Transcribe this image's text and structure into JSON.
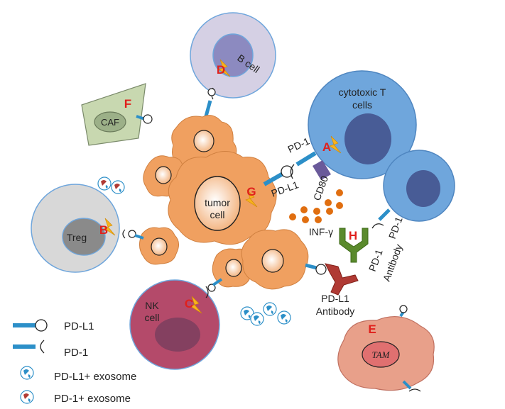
{
  "cells": {
    "b_cell": "B cell",
    "cytotoxic_t": [
      "cytotoxic T",
      "cells"
    ],
    "tumor": [
      "tumor",
      "cell"
    ],
    "treg": "Treg",
    "nk": [
      "NK",
      "cell"
    ],
    "caf": "CAF",
    "tam": "TAM"
  },
  "molecules": {
    "pd1_top": "PD-1",
    "pdl1_center": "PD-L1",
    "cd80": "CD80",
    "infg": "INF-γ",
    "pd1_right": "PD-1",
    "pd1_antibody": [
      "PD-1",
      "Antibody"
    ],
    "pdl1_antibody": [
      "PD-L1",
      "Antibody"
    ]
  },
  "markers": {
    "A": "A",
    "B": "B",
    "C": "C",
    "D": "D",
    "E": "E",
    "F": "F",
    "G": "G",
    "H": "H"
  },
  "legend": {
    "pdl1": "PD-L1",
    "pd1": "PD-1",
    "pdl1_exosome": "PD-L1+ exosome",
    "pd1_exosome": "PD-1+ exosome"
  },
  "colors": {
    "tumor": "#f0a060",
    "t_cell": "#6fa6dc",
    "nucleus_t": "#485c96",
    "receptor": "#2c8fc8",
    "pdl1_antibody": "#b03a34",
    "pd1_antibody": "#5a8a2c",
    "lightning": "#f7b21d",
    "marker_red": "#e0201c",
    "nk": "#b44a6a",
    "tam": "#e8a08a",
    "caf": "#c8d8b0",
    "infg_dots": "#e06e10"
  }
}
